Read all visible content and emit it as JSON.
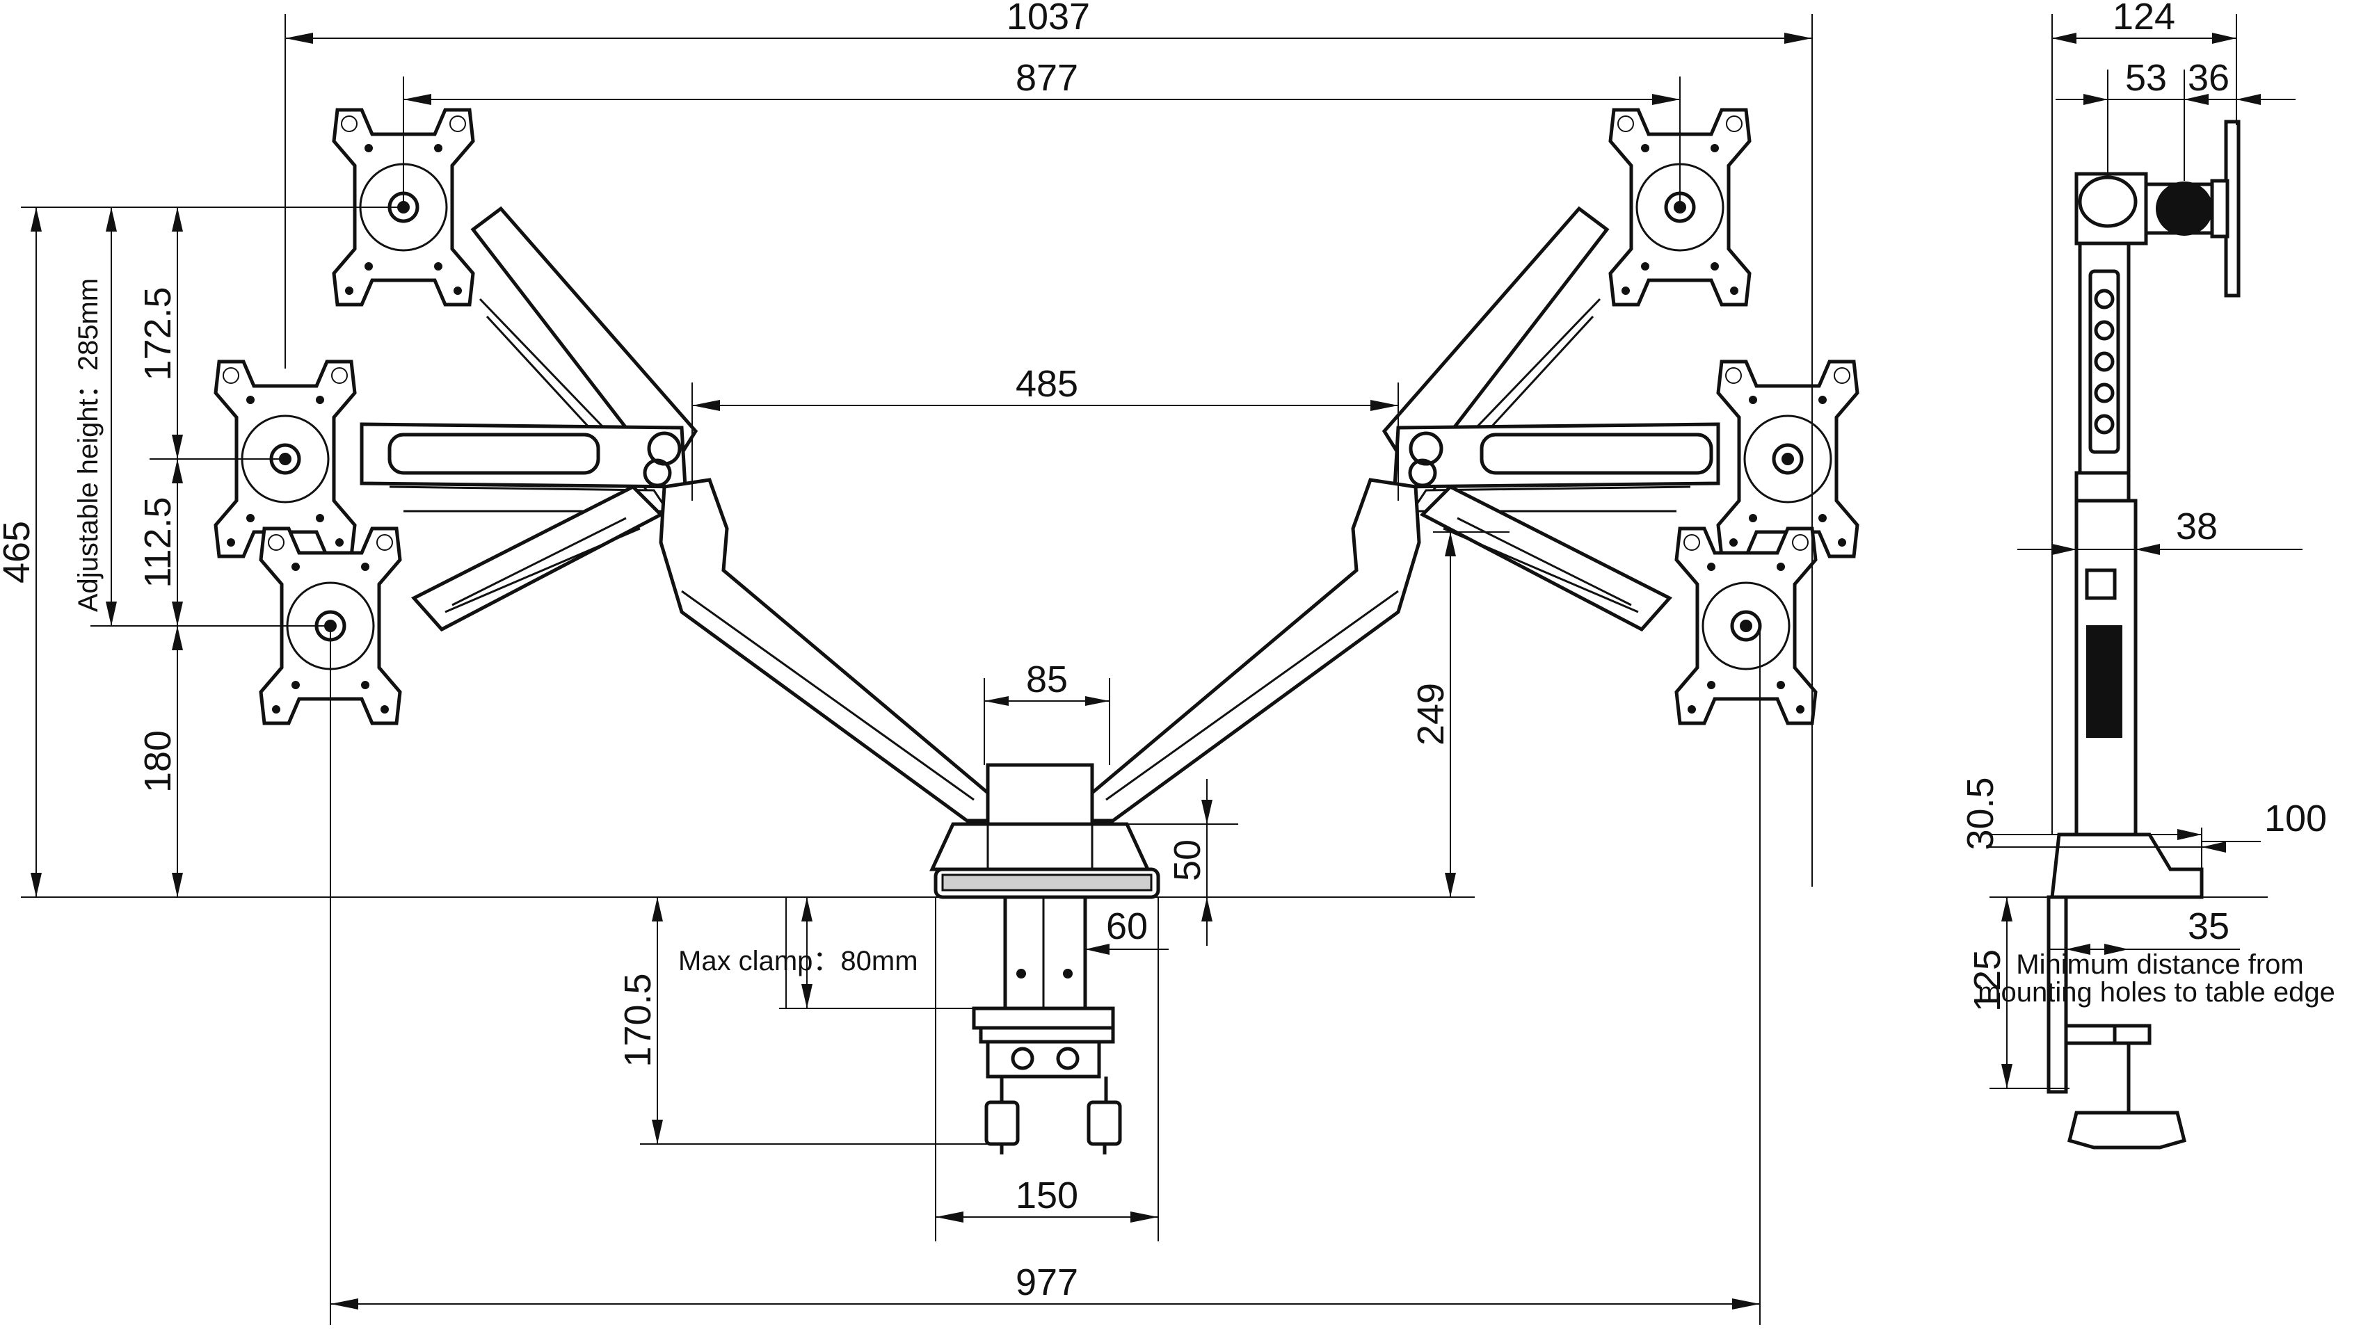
{
  "dimensions": {
    "overall_width": "1037",
    "mount_span": "877",
    "pole_span": "485",
    "pole_width": "85",
    "base_height": "50",
    "clamp_top": "60",
    "pole_height": "249",
    "total_height": "465",
    "adjust_upper": "172.5",
    "adjust_lower": "112.5",
    "base_to_mount": "180",
    "clamp_depth": "170.5",
    "clamp_width": "150",
    "arm_width": "977",
    "side_depth": "124",
    "side_53": "53",
    "side_36": "36",
    "side_38": "38",
    "side_30_5": "30.5",
    "side_100": "100",
    "side_35": "35",
    "side_125": "125"
  },
  "labels": {
    "adjustable_height": "Adjustable height：285mm",
    "max_clamp": "Max clamp：80mm",
    "min_distance_line1": "Minimum distance from",
    "min_distance_line2": "mounting holes to table edge"
  },
  "colors": {
    "line": "#111111",
    "background": "#ffffff"
  }
}
